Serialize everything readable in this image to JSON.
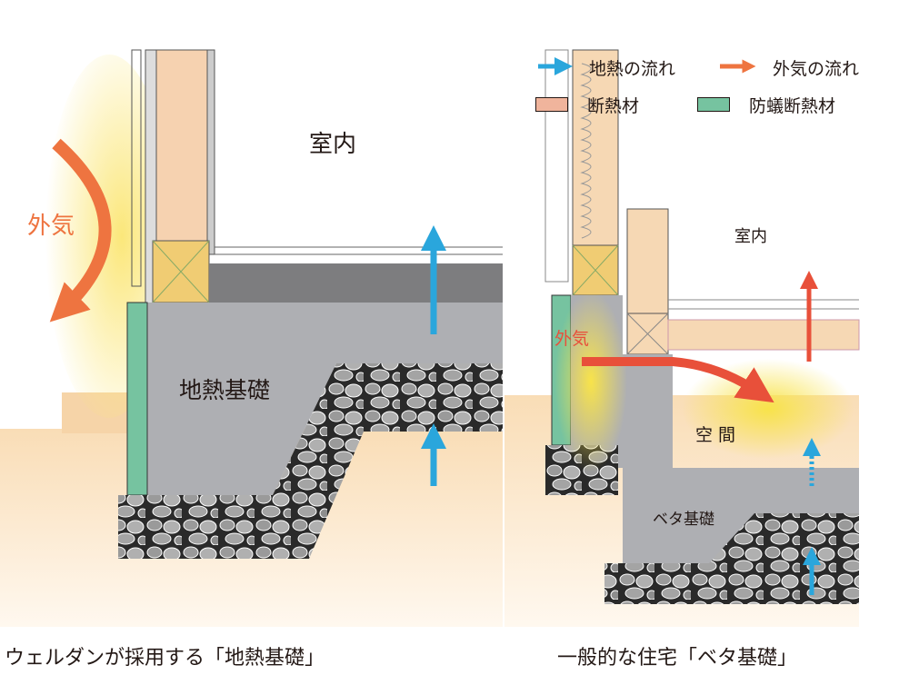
{
  "legend": {
    "geothermal_flow": "地熱の流れ",
    "outside_air_flow": "外気の流れ",
    "insulation": "断熱材",
    "termite_insulation": "防蟻断熱材"
  },
  "left_diagram": {
    "indoor": "室内",
    "outside_air": "外気",
    "foundation": "地熱基礎",
    "caption": "ウェルダンが採用する「地熱基礎」"
  },
  "right_diagram": {
    "indoor": "室内",
    "outside_air": "外気",
    "space": "空 間",
    "foundation": "ベタ基礎",
    "caption": "一般的な住宅「ベタ基礎」"
  },
  "colors": {
    "geothermal": "#2aa6dc",
    "outside_air": "#ee7440",
    "warm_air": "#e8503a",
    "insulation": "#f0b49c",
    "termite_insulation": "#76c3a0",
    "concrete": "#aeafb3",
    "ground": "#fbe3c2"
  }
}
